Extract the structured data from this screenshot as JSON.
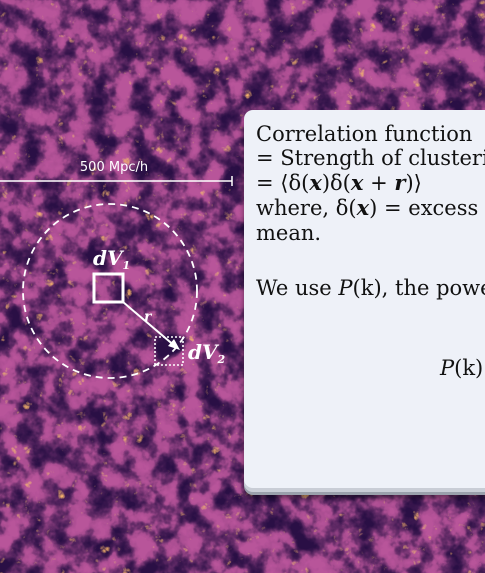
{
  "background": {
    "description_colors": [
      "#1d0a35",
      "#5a2a78",
      "#b8549a",
      "#f0a25c",
      "#fff0b8"
    ]
  },
  "overlay": {
    "scale_label": "500 Mpc/h",
    "dv1_label": "dV",
    "dv1_sub": "1",
    "dv2_label": "dV",
    "dv2_sub": "2",
    "r_label": "r"
  },
  "card": {
    "line1": "Correlation function",
    "line2": "= Strength of clustering",
    "line3_prefix": "= ⟨",
    "line3_delta1": "δ(",
    "line3_x1": "x",
    "line3_mid": ")δ(",
    "line3_x2": "x",
    "line3_plus": " + ",
    "line3_r": "r",
    "line3_suffix": ")⟩",
    "line4_prefix": "where, ",
    "line4_delta": "δ(",
    "line4_x": "x",
    "line4_suffix": ") = excess over",
    "line5": "mean.",
    "line6_prefix": "We use ",
    "line6_P": "P",
    "line6_k": "(k)",
    "line6_suffix": ", the power spectrum",
    "line7_P": "P",
    "line7_k": "(k) ="
  }
}
